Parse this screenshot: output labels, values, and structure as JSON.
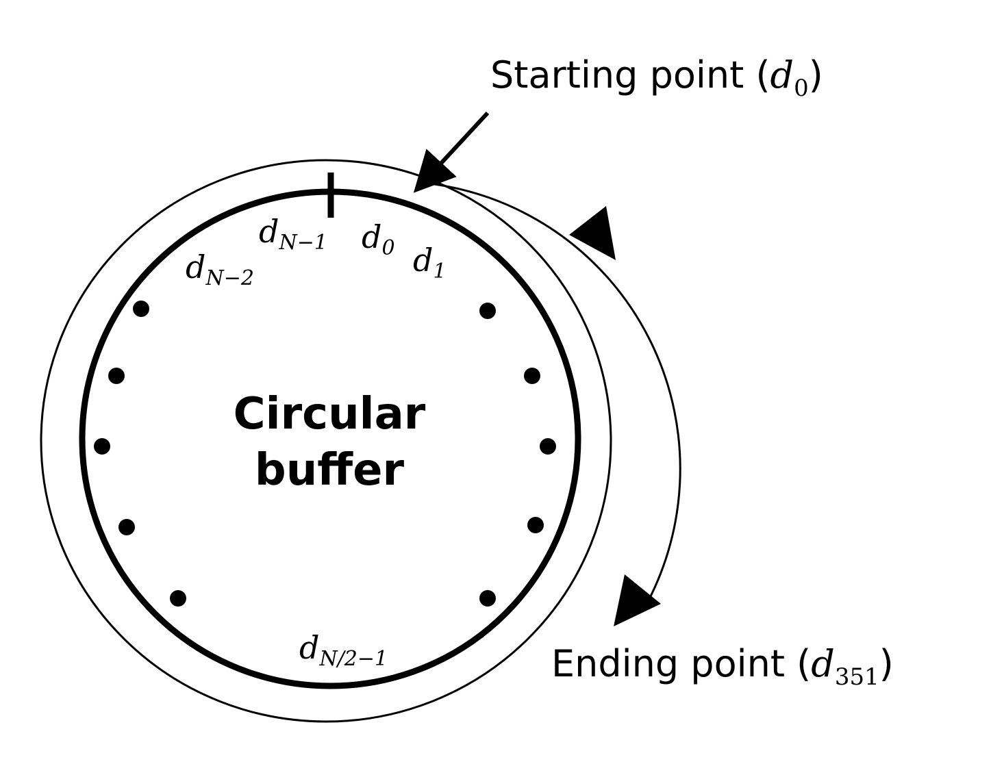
{
  "diagram": {
    "center_label_line1": "Circular",
    "center_label_line2": "buffer",
    "start_annotation": {
      "text": "Starting point (",
      "var": "d",
      "sub": "0",
      "close": ")"
    },
    "end_annotation": {
      "text": "Ending point (",
      "var": "d",
      "sub": "351",
      "close": ")"
    },
    "element_labels": [
      {
        "var": "d",
        "sub": "N−1"
      },
      {
        "var": "d",
        "sub": "0"
      },
      {
        "var": "d",
        "sub": "1"
      },
      {
        "var": "d",
        "sub": "N−2"
      },
      {
        "var": "d",
        "sub": "N/2−1"
      }
    ]
  }
}
